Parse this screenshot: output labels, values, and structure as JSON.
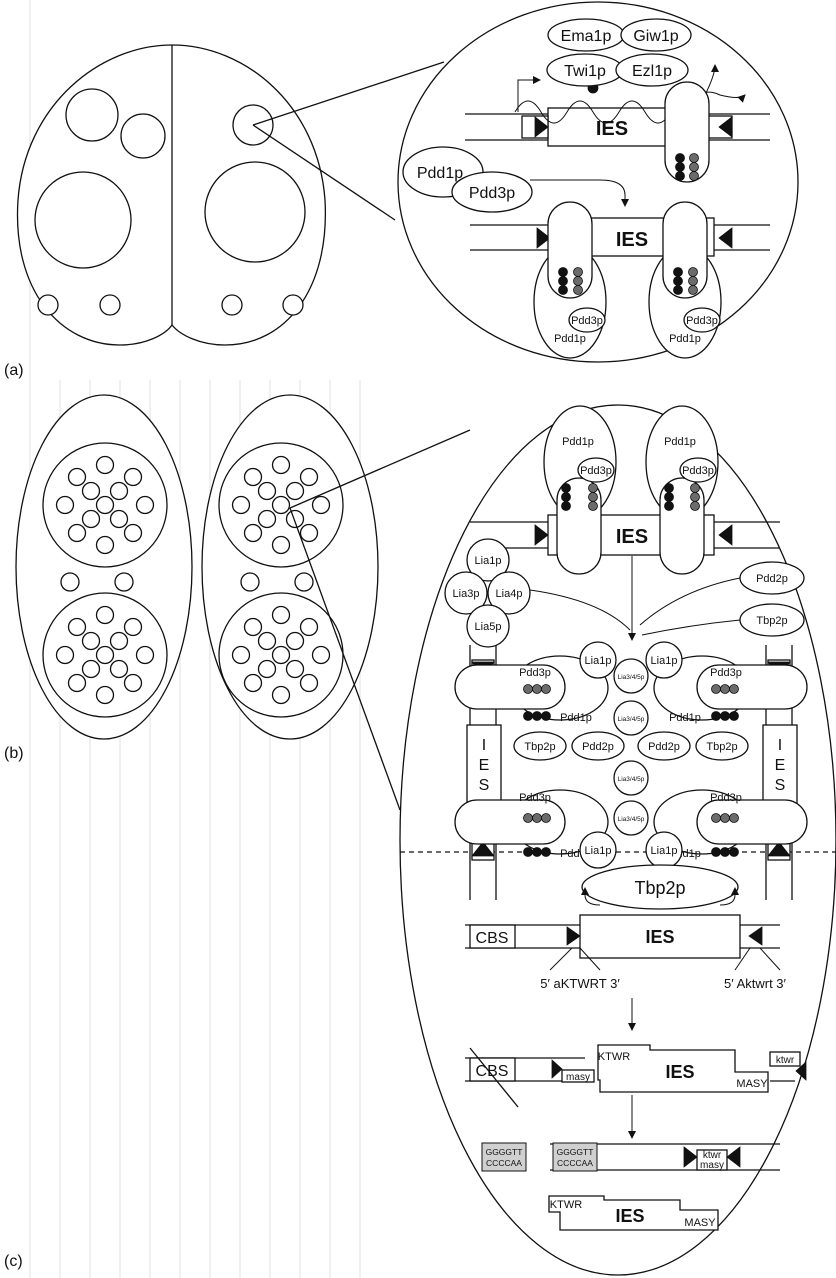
{
  "panels": {
    "a": "(a)",
    "b": "(b)",
    "c": "(c)"
  },
  "proteins": {
    "ema1": "Ema1p",
    "giw1": "Giw1p",
    "twi1": "Twi1p",
    "ezl1": "Ezl1p",
    "pdd1": "Pdd1p",
    "pdd2": "Pdd2p",
    "pdd3": "Pdd3p",
    "tbp2": "Tbp2p",
    "lia1": "Lia1p",
    "lia3": "Lia3p",
    "lia4": "Lia4p",
    "lia5": "Lia5p",
    "lia345": "Lia3/4/5p"
  },
  "ies": {
    "label": "IES",
    "vertical": [
      "I",
      "E",
      "S"
    ]
  },
  "sequences": {
    "cbs": "CBS",
    "seq_left": "5′ aKTWRT 3′",
    "seq_right": "5′ Aktwrt 3′",
    "ktwr_upper": "KTWR",
    "ktwr_lower": "ktwr",
    "masy_upper": "MASY",
    "masy_lower": "masy",
    "telomere_top": "GGGGTT",
    "telomere_bottom": "CCCCAA"
  }
}
